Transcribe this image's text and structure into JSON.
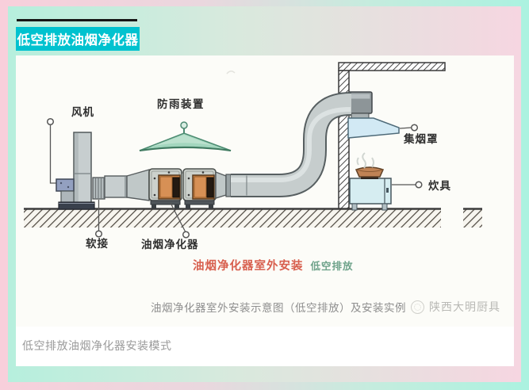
{
  "header": {
    "badge": "低空排放油烟净化器"
  },
  "diagram": {
    "labels": {
      "fan": "风机",
      "rain_cover": "防雨装置",
      "smoke_hood": "集烟罩",
      "cookware": "炊具",
      "soft_joint": "软接",
      "purifier": "油烟净化器"
    },
    "caption_red": "油烟净化器室外安装",
    "caption_green": "低空排放",
    "subcaption": "油烟净化器室外安装示意图（低空排放）及安装实例",
    "watermark": "陕西大明厨具"
  },
  "footer": {
    "caption": "低空排放油烟净化器安装模式"
  },
  "colors": {
    "badge_cyan": "#00c2cf",
    "caption_red": "#d8604f",
    "caption_green": "#6fa38b",
    "frame_pink": "#f8cfdb",
    "frame_mint": "#abf2e0"
  }
}
